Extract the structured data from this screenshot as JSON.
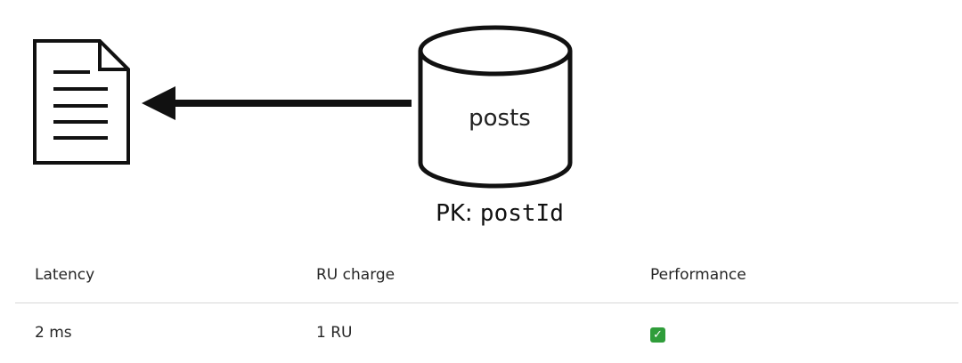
{
  "diagram": {
    "container_name": "posts",
    "pk_prefix": "PK: ",
    "pk_key": "postId",
    "document_icon": "document-icon",
    "arrow_icon": "left-arrow",
    "container_icon": "database-cylinder-icon"
  },
  "table": {
    "headers": [
      "Latency",
      "RU charge",
      "Performance"
    ],
    "rows": [
      {
        "latency": "2 ms",
        "ru_charge": "1 RU",
        "performance_icon": "green-checkmark-icon"
      }
    ]
  },
  "colors": {
    "check_green": "#2f9d3a",
    "divider": "#d6d6d6"
  }
}
